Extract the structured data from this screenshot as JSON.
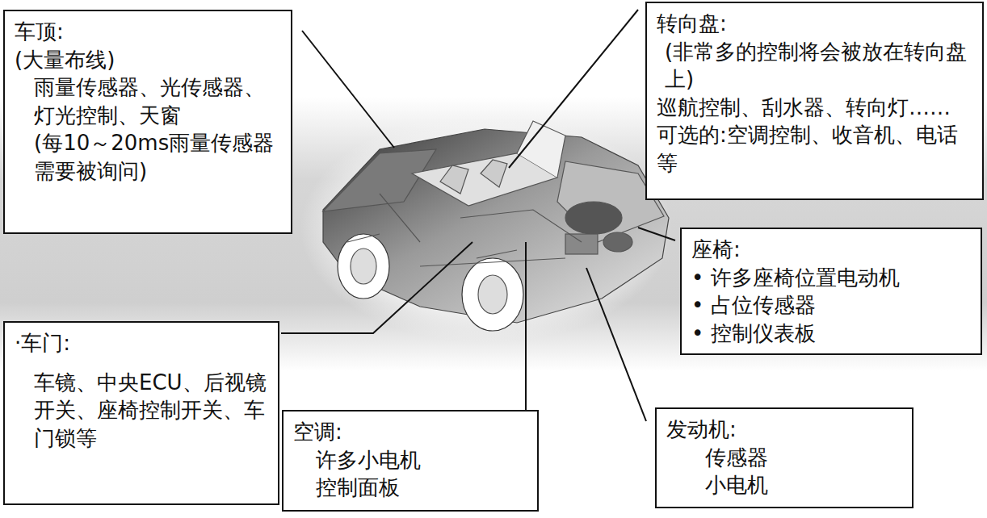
{
  "diagram": {
    "nodes": [
      {
        "text": [
          "车顶:",
          "(大量布线)",
          "雨量传感器、光传感器、灯光控制、天窗",
          "(每10～20ms雨量传感器需要被询问)"
        ]
      },
      {
        "text": [
          "转向盘:",
          "(非常多的控制将会被放在转向盘上)",
          "巡航控制、刮水器、转向灯……",
          "可选的:空调控制、收音机、电话等"
        ]
      },
      {
        "text": [
          "座椅:",
          "• 许多座椅位置电动机",
          "• 占位传感器",
          "• 控制仪表板"
        ]
      },
      {
        "text": [
          "·车门:",
          "车镜、中央ECU、后视镜开关、座椅控制开关、车门锁等"
        ]
      },
      {
        "text": [
          "空调:",
          "许多小电机",
          "控制面板"
        ]
      },
      {
        "text": [
          "发动机:",
          "传感器",
          "小电机"
        ]
      }
    ]
  }
}
